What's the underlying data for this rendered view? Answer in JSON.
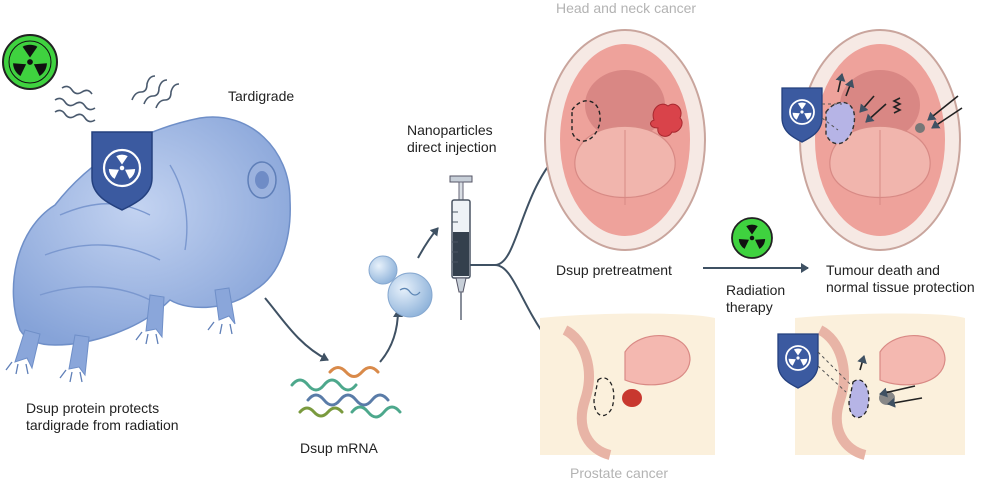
{
  "labels": {
    "tardigrade": "Tardigrade",
    "protects_line1": "Dsup protein protects",
    "protects_line2": "tardigrade from radiation",
    "mrna": "Dsup mRNA",
    "injection_line1": "Nanoparticles",
    "injection_line2": "direct injection",
    "head_neck": "Head and neck cancer",
    "pretreatment": "Dsup pretreatment",
    "radiation_line1": "Radiation",
    "radiation_line2": "therapy",
    "outcome_line1": "Tumour death and",
    "outcome_line2": "normal tissue protection",
    "prostate": "Prostate cancer"
  },
  "icons": {
    "radiation": "radiation-trefoil-icon",
    "shield": "shield-radiation-icon",
    "syringe": "syringe-icon"
  },
  "colors": {
    "radiation_green": "#3fd23f",
    "shield_blue": "#3b5aa0",
    "tardigrade_blue": "#9ab4e2",
    "tissue_pink": "#f2a7a0",
    "tumour_red": "#d9434a",
    "arrow_gray": "#3f5163"
  }
}
